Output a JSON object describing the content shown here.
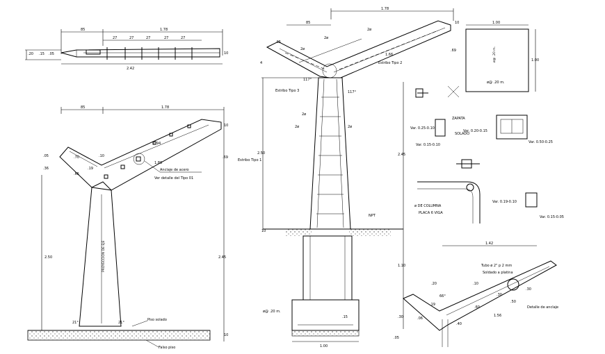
{
  "top_left": {
    "dim_top_a": "85",
    "dim_top_b": "1.78",
    "dim_bars": [
      "27",
      "27",
      "27",
      "27",
      "27"
    ],
    "dim_left_a": ".20",
    "dim_left_b": ".15",
    "dim_left_c": ".05",
    "dim_right": "10",
    "dim_bottom": "2.42"
  },
  "left_elev": {
    "dim_top_a": "85",
    "dim_top_b": "1.78",
    "d_05": ".05",
    "d_70": ".70",
    "d_10": ".10",
    "d_36": ".36",
    "d_19": ".19",
    "d_65": ".65",
    "d_94": "1.94",
    "d_88": "1.88",
    "d_69": ".69",
    "d_250": "2.50",
    "d_245": "2.45",
    "d_r10": "10",
    "d_rb10": "10",
    "ang_a": "21°",
    "ang_b": "21°",
    "axis": "PROYECCION DE EJE",
    "note_anclaje": "Anclaje de acero",
    "note_detalle": "Ver detalle del Tipo 01",
    "note_solado": "Piso solado",
    "note_falso": "Falso piso"
  },
  "center": {
    "d_178": "1.78",
    "d_85": "85",
    "d_10": "10",
    "d_05": ".05",
    "d_69": ".69",
    "d_66": "1.66",
    "d_250": "2.50",
    "d_245": "2.45",
    "d_110": "1.10",
    "d_30": ".30",
    "d_100": "1.00",
    "d_05b": ".05",
    "d_10b": "10",
    "d_4": "4",
    "d_15": ".15",
    "ang_117a": "117°",
    "ang_117b": "117°",
    "bar_a": "2ø",
    "bar_b": "2ø",
    "bar_c": "2ø",
    "bar_d": "2ø",
    "bar_e": "2ø",
    "bar_f": "2ø",
    "estribo2": "Estribo Tipo 2",
    "estribo3": "Estribo Tipo 3",
    "estribo1": "Estribo Tipo 1",
    "zap_bar": "ø@ .20 m.",
    "npt": "NPT"
  },
  "right": {
    "sq_w": "1.00",
    "sq_h": "1.00",
    "sq_note": "ø@ .20 m.",
    "sq_side": "ø@ .20 m.",
    "zapata": "ZAPATA",
    "solado": "SOLADO",
    "var1": "Var. 0.25-0.10",
    "var2": "Var. 0.15-0.10",
    "var3": "Var. 0.20-0.15",
    "var4": "Var. 0.50-0.25",
    "var5": "Var. 0.19-0.10",
    "var6": "Var. 0.15-0.05",
    "col_a": "ø DE COLUMNA",
    "col_b": "PLACA 6 VIGA",
    "det_w": "1.42",
    "det_tubo": "Tubo ø 2\" p 2 mm",
    "det_soldado": "Soldado a platina",
    "det_ancla": "Detalle de anclaje",
    "d_20": ".20",
    "d_50": ".50",
    "d_30": ".30",
    "d_10": ".10",
    "d_60": ".60",
    "d_156": "1.56",
    "d_06": ".06",
    "d_19": ".19",
    "d_40": ".40",
    "ang": "66°",
    "d_30b": ".30"
  }
}
